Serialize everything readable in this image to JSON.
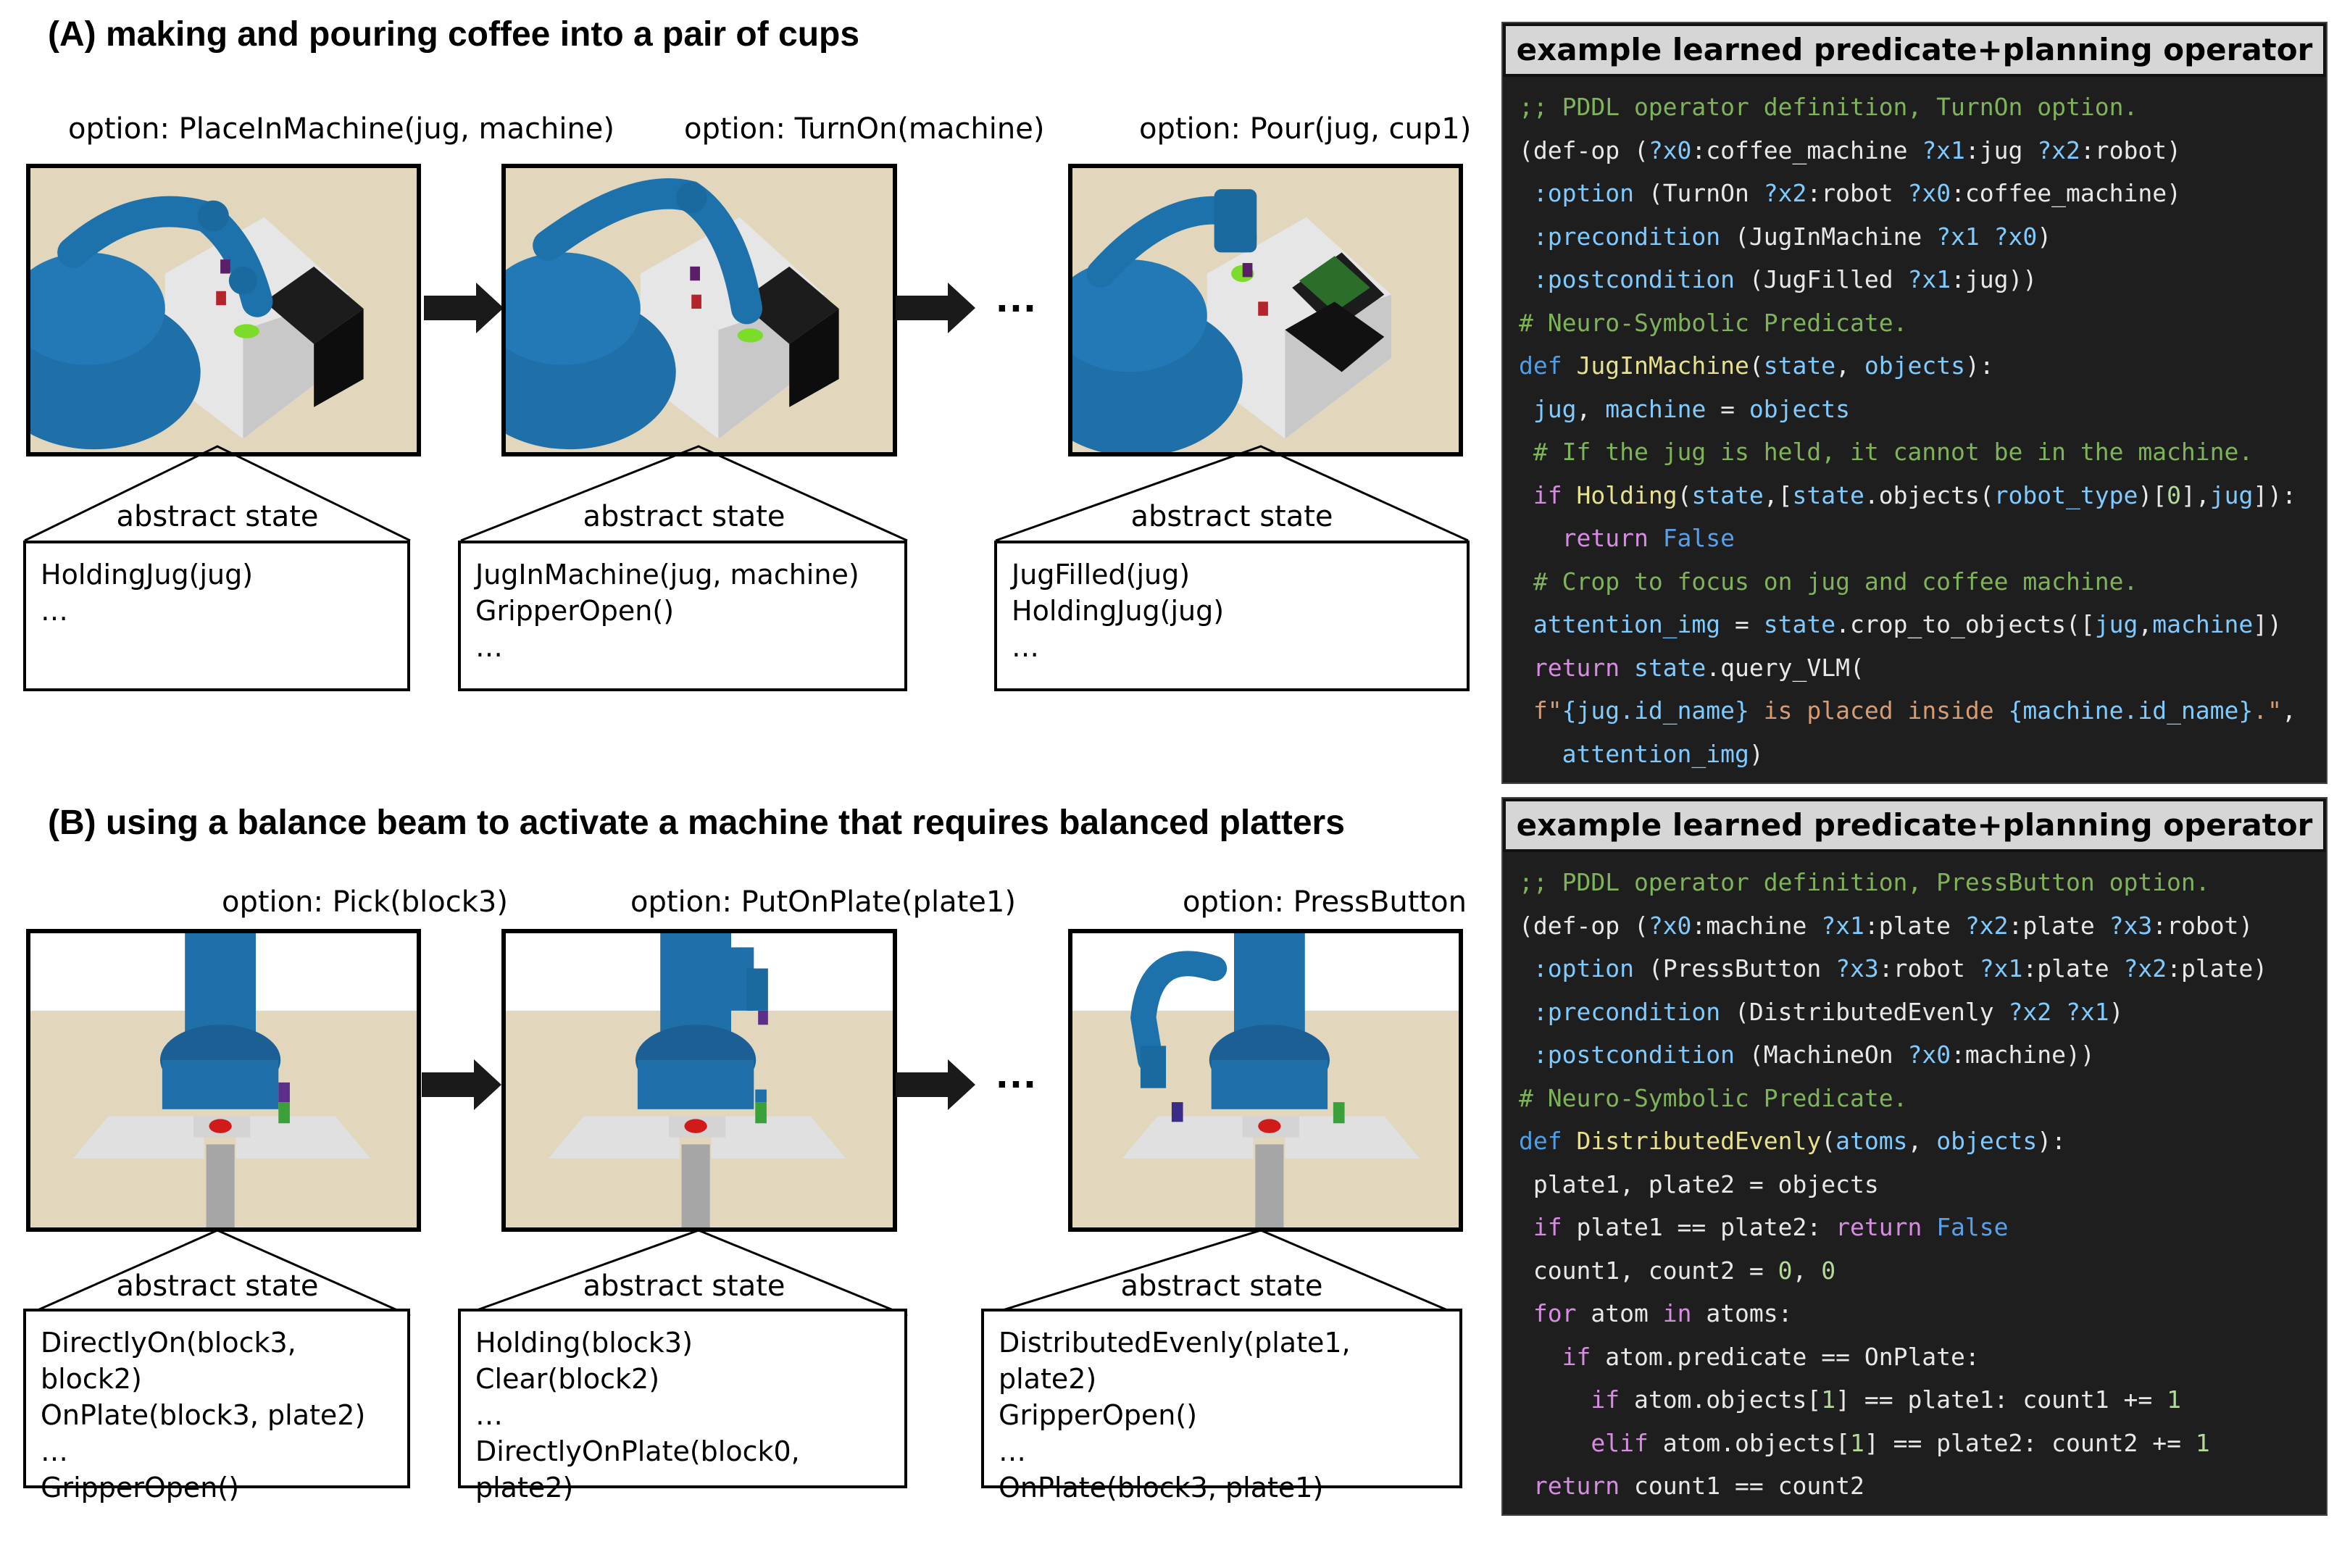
{
  "panel_a": {
    "heading": "(A) making and pouring coffee into a pair of cups",
    "options": [
      "option: PlaceInMachine(jug, machine)",
      "option: TurnOn(machine)",
      "option: Pour(jug, cup1)"
    ],
    "ellipsis": "…",
    "state_title": "abstract state",
    "states": [
      [
        "HoldingJug(jug)",
        "…"
      ],
      [
        "JugInMachine(jug, machine)",
        "GripperOpen()",
        "…"
      ],
      [
        "JugFilled(jug)",
        "HoldingJug(jug)",
        "…"
      ]
    ],
    "code_title": "example learned predicate+planning operator",
    "code_lines": [
      [
        [
          "c-com",
          ";; PDDL operator definition, TurnOn option."
        ]
      ],
      [
        [
          "",
          "(def-op ("
        ],
        [
          "c-var",
          "?x0"
        ],
        [
          "",
          ":coffee_machine "
        ],
        [
          "c-var",
          "?x1"
        ],
        [
          "",
          ":jug "
        ],
        [
          "c-var",
          "?x2"
        ],
        [
          "",
          ":robot)"
        ]
      ],
      [
        [
          "",
          " "
        ],
        [
          "c-var",
          ":option"
        ],
        [
          "",
          " (TurnOn "
        ],
        [
          "c-var",
          "?x2"
        ],
        [
          "",
          ":robot "
        ],
        [
          "c-var",
          "?x0"
        ],
        [
          "",
          ":coffee_machine)"
        ]
      ],
      [
        [
          "",
          " "
        ],
        [
          "c-var",
          ":precondition"
        ],
        [
          "",
          " (JugInMachine "
        ],
        [
          "c-var",
          "?x1"
        ],
        [
          "",
          " "
        ],
        [
          "c-var",
          "?x0"
        ],
        [
          "",
          ")"
        ]
      ],
      [
        [
          "",
          " "
        ],
        [
          "c-var",
          ":postcondition"
        ],
        [
          "",
          " (JugFilled "
        ],
        [
          "c-var",
          "?x1"
        ],
        [
          "",
          ":jug))"
        ]
      ],
      [
        [
          "c-com",
          "# Neuro-Symbolic Predicate."
        ]
      ],
      [
        [
          "c-def",
          "def "
        ],
        [
          "c-fn",
          "JugInMachine"
        ],
        [
          "",
          "("
        ],
        [
          "c-var",
          "state"
        ],
        [
          "",
          ", "
        ],
        [
          "c-var",
          "objects"
        ],
        [
          "",
          "):"
        ]
      ],
      [
        [
          "",
          " "
        ],
        [
          "c-var",
          "jug"
        ],
        [
          "",
          ", "
        ],
        [
          "c-var",
          "machine"
        ],
        [
          "",
          " = "
        ],
        [
          "c-var",
          "objects"
        ]
      ],
      [
        [
          "",
          " "
        ],
        [
          "c-com",
          "# If the jug is held, it cannot be in the machine."
        ]
      ],
      [
        [
          "",
          " "
        ],
        [
          "c-kw",
          "if "
        ],
        [
          "c-fn",
          "Holding"
        ],
        [
          "",
          "("
        ],
        [
          "c-var",
          "state"
        ],
        [
          "",
          ",["
        ],
        [
          "c-var",
          "state"
        ],
        [
          "",
          ".objects("
        ],
        [
          "c-var",
          "robot_type"
        ],
        [
          "",
          ")["
        ],
        [
          "c-num",
          "0"
        ],
        [
          "",
          "],"
        ],
        [
          "c-var",
          "jug"
        ],
        [
          "",
          "]):"
        ]
      ],
      [
        [
          "",
          "   "
        ],
        [
          "c-kw",
          "return "
        ],
        [
          "c-bool",
          "False"
        ]
      ],
      [
        [
          "",
          " "
        ],
        [
          "c-com",
          "# Crop to focus on jug and coffee machine."
        ]
      ],
      [
        [
          "",
          " "
        ],
        [
          "c-var",
          "attention_img"
        ],
        [
          "",
          " = "
        ],
        [
          "c-var",
          "state"
        ],
        [
          "",
          ".crop_to_objects(["
        ],
        [
          "c-var",
          "jug"
        ],
        [
          "",
          ","
        ],
        [
          "c-var",
          "machine"
        ],
        [
          "",
          "])"
        ]
      ],
      [
        [
          "",
          " "
        ],
        [
          "c-kw",
          "return "
        ],
        [
          "c-var",
          "state"
        ],
        [
          "",
          ".query_VLM("
        ]
      ],
      [
        [
          "",
          " "
        ],
        [
          "c-str",
          "f\""
        ],
        [
          "c-var",
          "{jug.id_name}"
        ],
        [
          "c-str",
          " is placed inside "
        ],
        [
          "c-var",
          "{machine.id_name}"
        ],
        [
          "c-str",
          ".\""
        ],
        [
          "",
          ","
        ]
      ],
      [
        [
          "",
          "   "
        ],
        [
          "c-var",
          "attention_img"
        ],
        [
          "",
          ")"
        ]
      ]
    ]
  },
  "panel_b": {
    "heading": "(B) using a balance beam to activate a machine that requires balanced platters",
    "options": [
      "option: Pick(block3)",
      "option: PutOnPlate(plate1)",
      "option: PressButton"
    ],
    "ellipsis": "…",
    "state_title": "abstract state",
    "states": [
      [
        "DirectlyOn(block3, block2)",
        "OnPlate(block3, plate2)",
        "…",
        "GripperOpen()"
      ],
      [
        "Holding(block3)",
        "Clear(block2)",
        "…",
        "DirectlyOnPlate(block0, plate2)"
      ],
      [
        "DistributedEvenly(plate1, plate2)",
        "GripperOpen()",
        "…",
        "OnPlate(block3, plate1)"
      ]
    ],
    "code_title": "example learned predicate+planning operator",
    "code_lines": [
      [
        [
          "c-com",
          ";; PDDL operator definition, PressButton option."
        ]
      ],
      [
        [
          "",
          "(def-op ("
        ],
        [
          "c-var",
          "?x0"
        ],
        [
          "",
          ":machine "
        ],
        [
          "c-var",
          "?x1"
        ],
        [
          "",
          ":plate "
        ],
        [
          "c-var",
          "?x2"
        ],
        [
          "",
          ":plate "
        ],
        [
          "c-var",
          "?x3"
        ],
        [
          "",
          ":robot)"
        ]
      ],
      [
        [
          "",
          " "
        ],
        [
          "c-var",
          ":option"
        ],
        [
          "",
          " (PressButton "
        ],
        [
          "c-var",
          "?x3"
        ],
        [
          "",
          ":robot "
        ],
        [
          "c-var",
          "?x1"
        ],
        [
          "",
          ":plate "
        ],
        [
          "c-var",
          "?x2"
        ],
        [
          "",
          ":plate)"
        ]
      ],
      [
        [
          "",
          " "
        ],
        [
          "c-var",
          ":precondition"
        ],
        [
          "",
          " (DistributedEvenly "
        ],
        [
          "c-var",
          "?x2"
        ],
        [
          "",
          " "
        ],
        [
          "c-var",
          "?x1"
        ],
        [
          "",
          ")"
        ]
      ],
      [
        [
          "",
          " "
        ],
        [
          "c-var",
          ":postcondition"
        ],
        [
          "",
          " (MachineOn "
        ],
        [
          "c-var",
          "?x0"
        ],
        [
          "",
          ":machine))"
        ]
      ],
      [
        [
          "c-com",
          "# Neuro-Symbolic Predicate."
        ]
      ],
      [
        [
          "c-def",
          "def "
        ],
        [
          "c-fn",
          "DistributedEvenly"
        ],
        [
          "",
          "("
        ],
        [
          "c-var",
          "atoms"
        ],
        [
          "",
          ", "
        ],
        [
          "c-var",
          "objects"
        ],
        [
          "",
          "):"
        ]
      ],
      [
        [
          "",
          " plate1, plate2 = objects"
        ]
      ],
      [
        [
          "",
          " "
        ],
        [
          "c-kw",
          "if "
        ],
        [
          "",
          "plate1 == plate2: "
        ],
        [
          "c-kw",
          "return "
        ],
        [
          "c-bool",
          "False"
        ]
      ],
      [
        [
          "",
          " count1, count2 = "
        ],
        [
          "c-num",
          "0"
        ],
        [
          "",
          ", "
        ],
        [
          "c-num",
          "0"
        ]
      ],
      [
        [
          "",
          " "
        ],
        [
          "c-kw",
          "for "
        ],
        [
          "",
          "atom "
        ],
        [
          "c-kw",
          "in "
        ],
        [
          "",
          "atoms:"
        ]
      ],
      [
        [
          "",
          "   "
        ],
        [
          "c-kw",
          "if "
        ],
        [
          "",
          "atom.predicate == OnPlate:"
        ]
      ],
      [
        [
          "",
          "     "
        ],
        [
          "c-kw",
          "if "
        ],
        [
          "",
          "atom.objects["
        ],
        [
          "c-num",
          "1"
        ],
        [
          "",
          "] == plate1: count1 += "
        ],
        [
          "c-num",
          "1"
        ]
      ],
      [
        [
          "",
          "     "
        ],
        [
          "c-kw",
          "elif "
        ],
        [
          "",
          "atom.objects["
        ],
        [
          "c-num",
          "1"
        ],
        [
          "",
          "] == plate2: count2 += "
        ],
        [
          "c-num",
          "1"
        ]
      ],
      [
        [
          "",
          " "
        ],
        [
          "c-kw",
          "return "
        ],
        [
          "",
          "count1 == count2"
        ]
      ]
    ]
  }
}
